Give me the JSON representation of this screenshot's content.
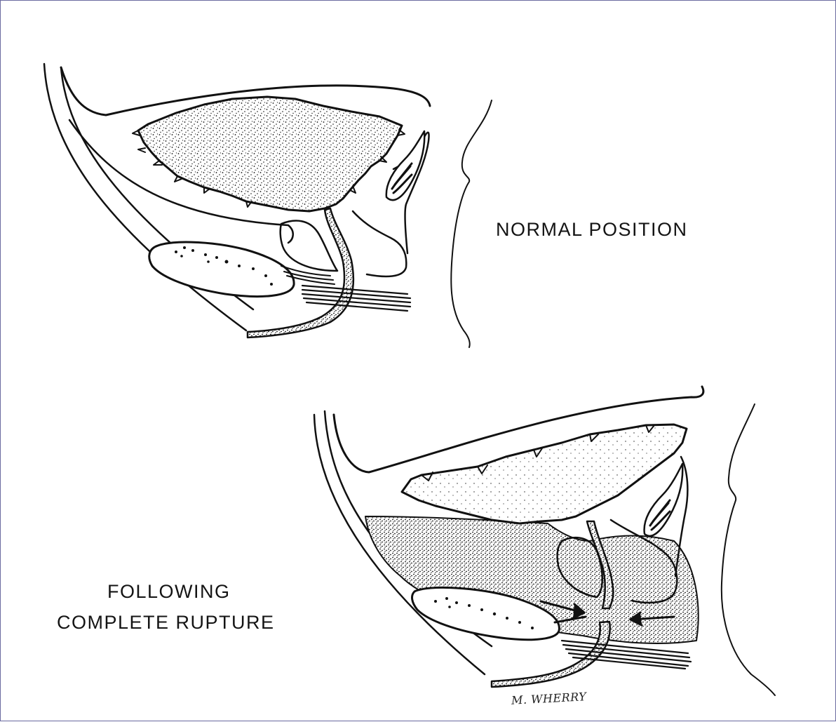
{
  "labels": {
    "normal_position": "NORMAL POSITION",
    "following": "FOLLOWING",
    "complete_rupture": "COMPLETE RUPTURE"
  },
  "artist_signature": "M. WHERRY",
  "colors": {
    "ink": "#141414",
    "paper": "#ffffff",
    "frame_border": "#6a6aa0"
  }
}
